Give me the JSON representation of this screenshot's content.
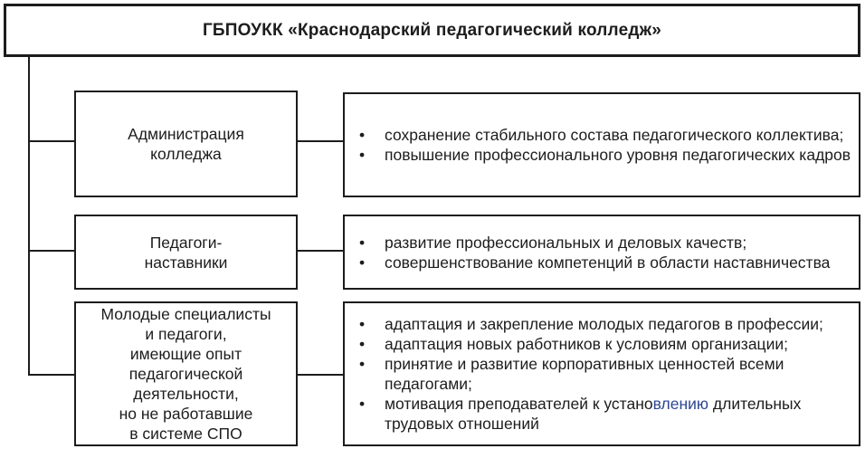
{
  "diagram": {
    "title": "ГБПОУКК «Краснодарский педагогический колледж»",
    "colors": {
      "line": "#1c1c1c",
      "text": "#1d1d1d",
      "background": "#ffffff",
      "highlight_blue": "#2d4693"
    },
    "rows": [
      {
        "group": "Администрация\nколледжа",
        "goals": [
          {
            "parts": [
              {
                "text": "сохранение стабильного состава педагогического коллектива;"
              }
            ]
          },
          {
            "parts": [
              {
                "text": "повышение профессионального уровня педагогических кадров"
              }
            ]
          }
        ]
      },
      {
        "group": "Педагоги-\nнаставники",
        "goals": [
          {
            "parts": [
              {
                "text": "развитие профессиональных и деловых качеств;"
              }
            ]
          },
          {
            "parts": [
              {
                "text": "совершенствование компетенций в области наставничества"
              }
            ]
          }
        ]
      },
      {
        "group": "Молодые специалисты\nи педагоги,\nимеющие опыт\nпедагогической\nдеятельности,\nно не работавшие\nв системе СПО",
        "goals": [
          {
            "parts": [
              {
                "text": "адаптация и закрепление молодых педагогов в профессии;"
              }
            ]
          },
          {
            "parts": [
              {
                "text": "адаптация новых работников к условиям организации;"
              }
            ]
          },
          {
            "parts": [
              {
                "text": "принятие и развитие корпоративных ценностей всеми педагогами;"
              }
            ]
          },
          {
            "parts": [
              {
                "text": "мотивация преподавателей к устано"
              },
              {
                "text": "влению",
                "color": "#2d4693"
              },
              {
                "text": " длительных трудовых отношений"
              }
            ]
          }
        ]
      }
    ]
  }
}
